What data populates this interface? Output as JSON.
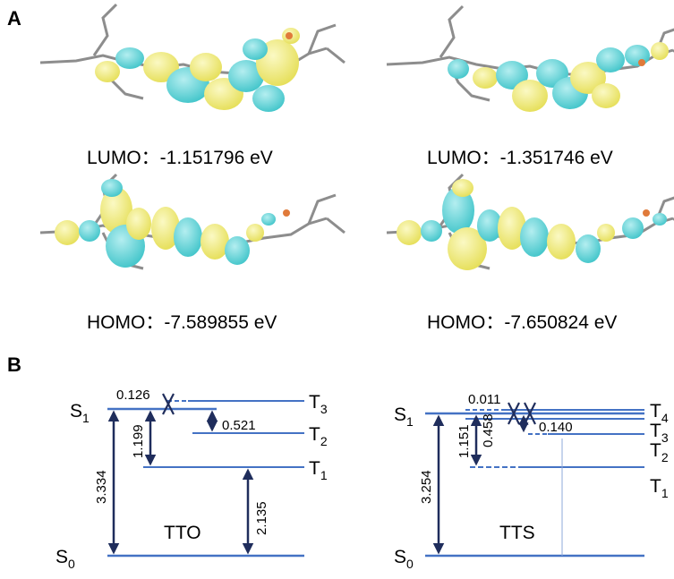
{
  "panel_a": {
    "letter": "A",
    "orbitals": [
      {
        "label": "LUMO：-1.151796 eV"
      },
      {
        "label": "LUMO：-1.351746 eV"
      },
      {
        "label": "HOMO：-7.589855 eV"
      },
      {
        "label": "HOMO：-7.650824 eV"
      }
    ]
  },
  "panel_b": {
    "letter": "B",
    "diagrams": [
      {
        "name": "TTO",
        "states": [
          {
            "base": "S",
            "sub": "1"
          },
          {
            "base": "S",
            "sub": "0"
          },
          {
            "base": "T",
            "sub": "3"
          },
          {
            "base": "T",
            "sub": "2"
          },
          {
            "base": "T",
            "sub": "1"
          }
        ],
        "gaps": [
          "3.334",
          "1.199",
          "0.521",
          "2.135",
          "0.126"
        ]
      },
      {
        "name": "TTS",
        "states": [
          {
            "base": "S",
            "sub": "1"
          },
          {
            "base": "S",
            "sub": "0"
          },
          {
            "base": "T",
            "sub": "4"
          },
          {
            "base": "T",
            "sub": "3"
          },
          {
            "base": "T",
            "sub": "2"
          },
          {
            "base": "T",
            "sub": "1"
          }
        ],
        "gaps": [
          "3.254",
          "1.151",
          "0.458",
          "0.011",
          "0.140"
        ]
      }
    ]
  },
  "colors": {
    "level": "#4472c4",
    "arrow": "#1f2d5c",
    "lobe_yellow": "#f2ee7a",
    "lobe_cyan": "#5fd0d4",
    "atom": "#9a9a9a"
  }
}
